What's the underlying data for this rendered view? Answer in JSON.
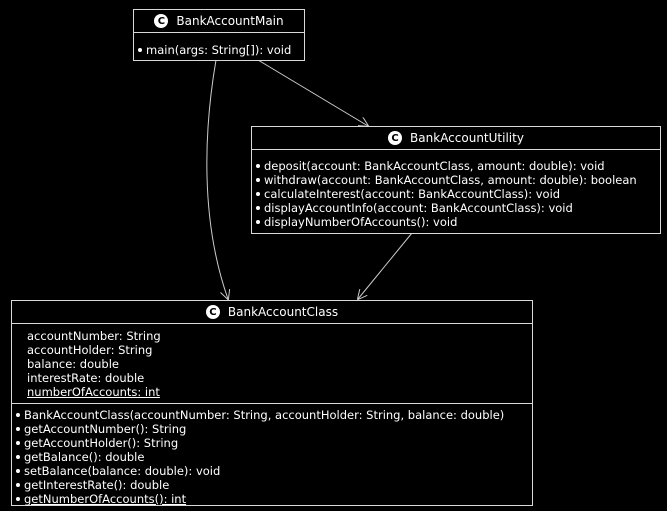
{
  "diagram": {
    "classes": {
      "main": {
        "badge": "C",
        "name": "BankAccountMain",
        "methods": [
          "main(args: String[]): void"
        ]
      },
      "utility": {
        "badge": "C",
        "name": "BankAccountUtility",
        "methods": [
          "deposit(account: BankAccountClass, amount: double): void",
          "withdraw(account: BankAccountClass, amount: double): boolean",
          "calculateInterest(account: BankAccountClass): void",
          "displayAccountInfo(account: BankAccountClass): void",
          "displayNumberOfAccounts(): void"
        ]
      },
      "account": {
        "badge": "C",
        "name": "BankAccountClass",
        "attributes": [
          "accountNumber: String",
          "accountHolder: String",
          "balance: double",
          "interestRate: double",
          "numberOfAccounts: int"
        ],
        "methods": [
          "BankAccountClass(accountNumber: String, accountHolder: String, balance: double)",
          "getAccountNumber(): String",
          "getAccountHolder(): String",
          "getBalance(): double",
          "setBalance(balance: double): void",
          "getInterestRate(): double",
          "getNumberOfAccounts(): int"
        ]
      }
    },
    "colors": {
      "background": "#000000",
      "foreground": "#ffffff",
      "border": "#d9d9d9",
      "arrow": "#cccccc"
    }
  }
}
